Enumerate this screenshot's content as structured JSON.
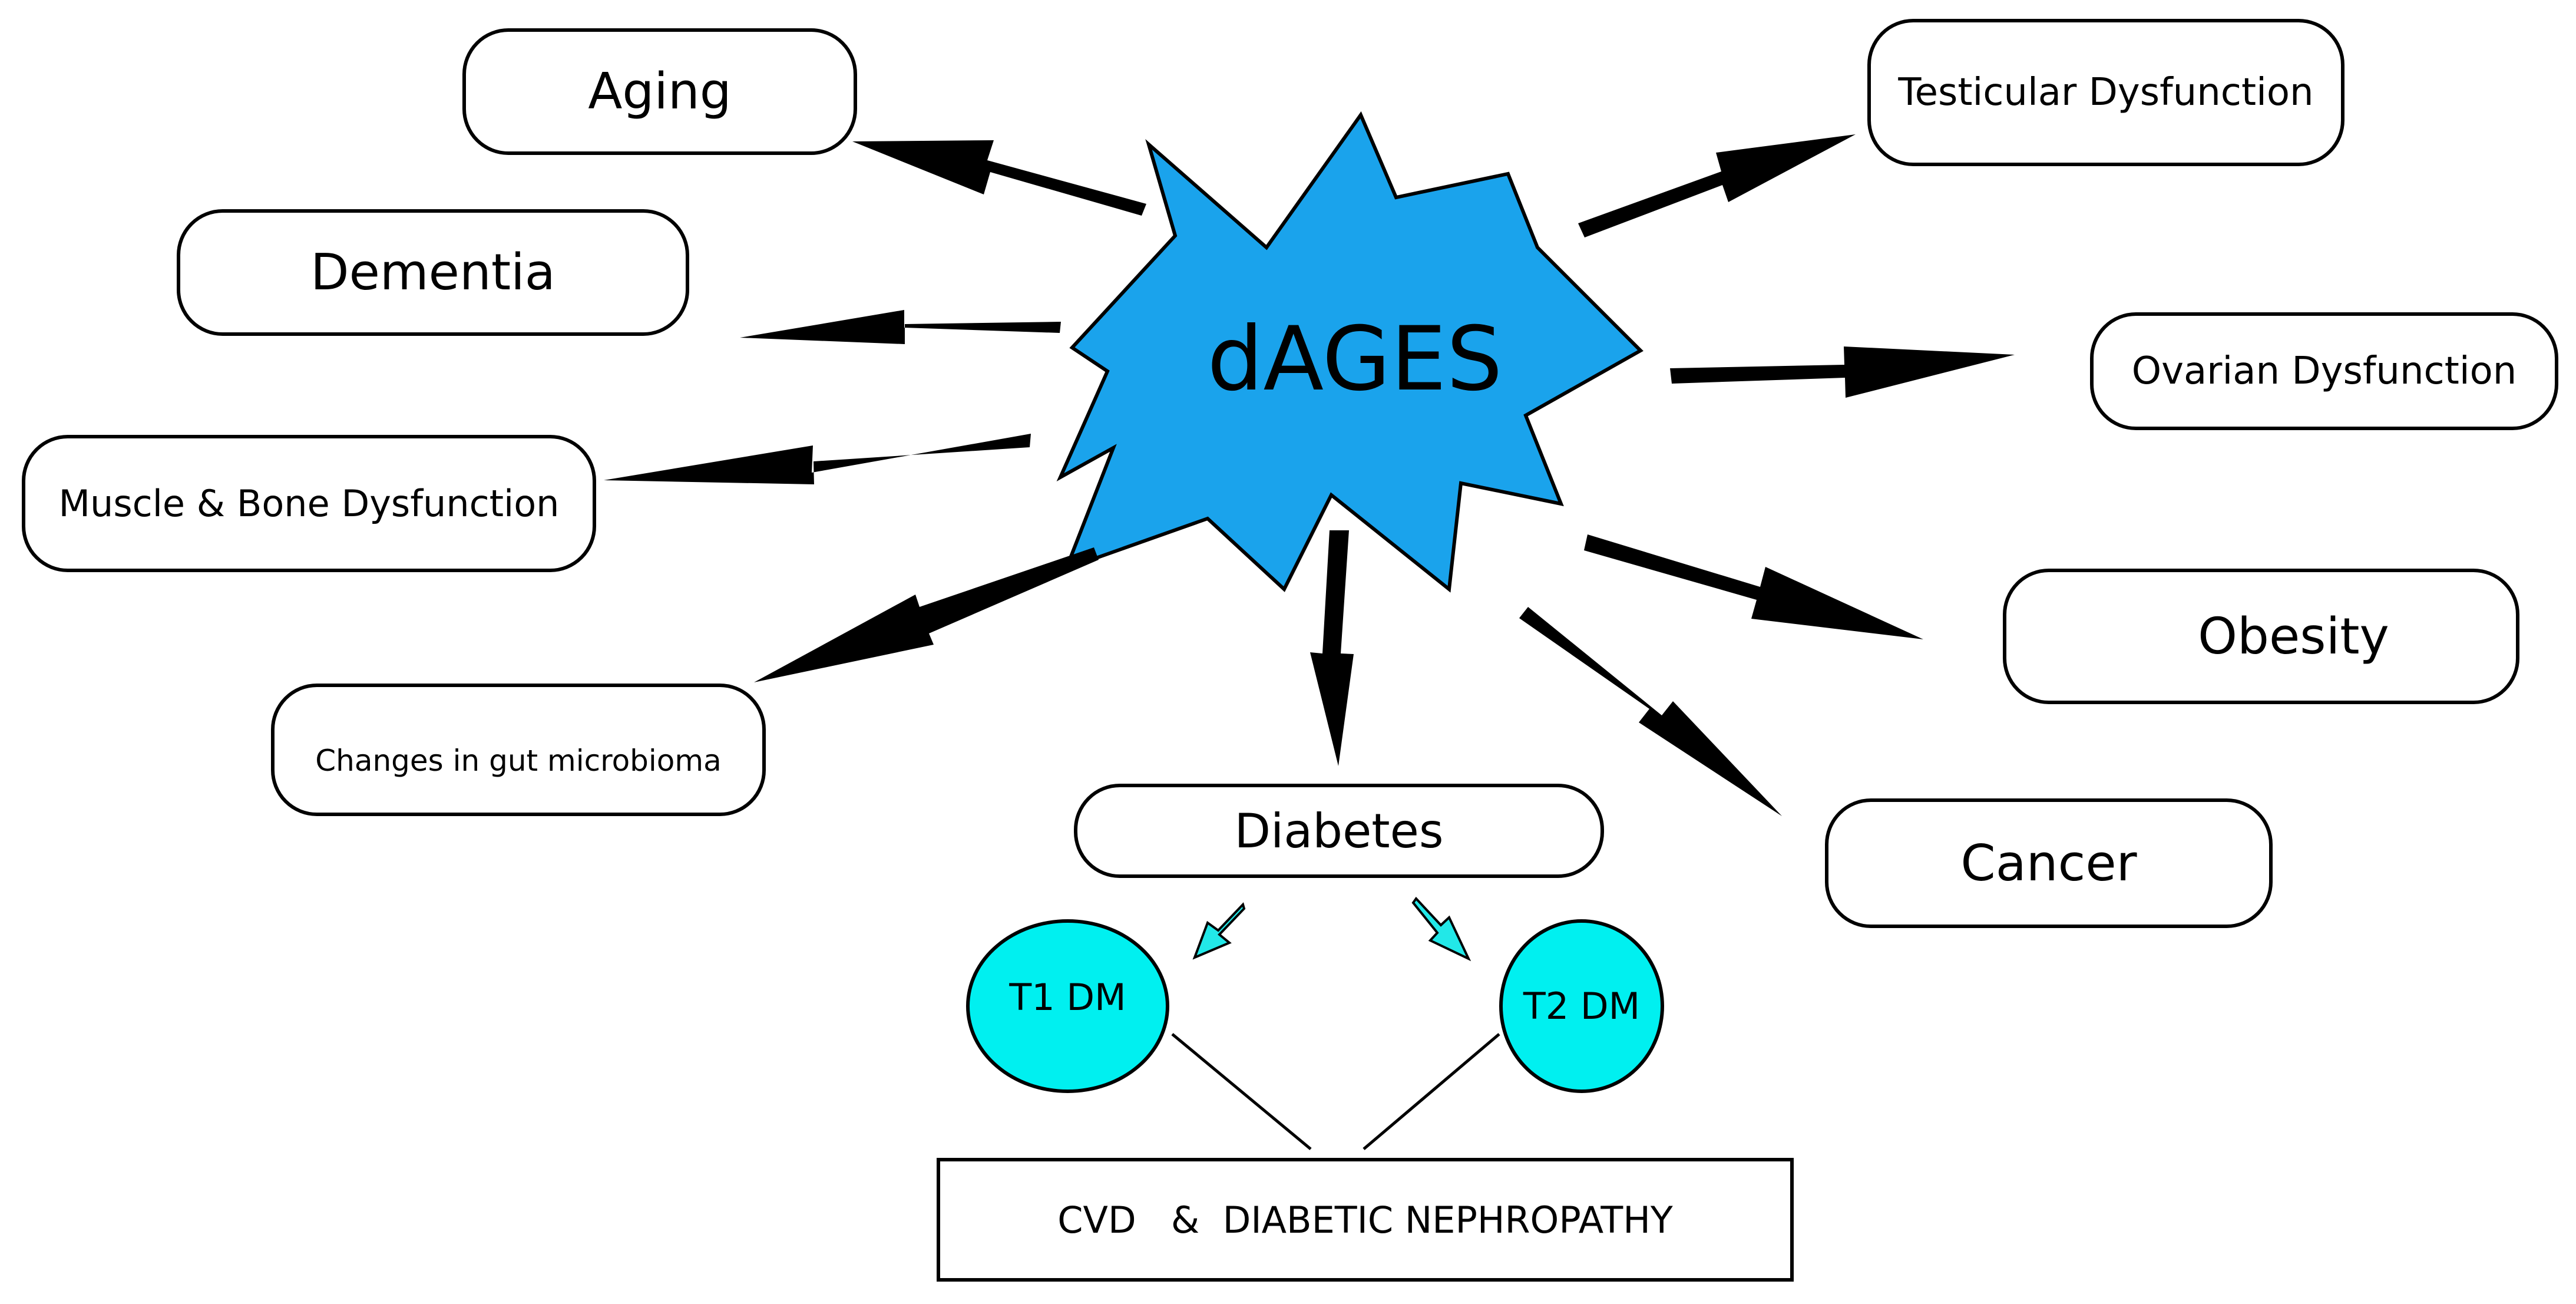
{
  "center": {
    "label": "dAGES",
    "color": "#1aa3ec"
  },
  "nodes": {
    "aging": "Aging",
    "dementia": "Dementia",
    "muscle_bone": "Muscle & Bone Dysfunction",
    "gut": "Changes in gut microbioma",
    "testicular": "Testicular Dysfunction",
    "ovarian": "Ovarian Dysfunction",
    "obesity": "Obesity",
    "cancer": "Cancer",
    "diabetes": "Diabetes",
    "t1dm": "T1 DM",
    "t2dm": "T2 DM",
    "cvd": "CVD   &  DIABETIC NEPHROPATHY"
  },
  "colors": {
    "arrow": "#000000",
    "subtype_fill": "#00f0f0",
    "subtype_arrow": "#22e8e8"
  },
  "icons": {
    "center": "star-burst-icon",
    "arrow": "arrow-icon"
  }
}
